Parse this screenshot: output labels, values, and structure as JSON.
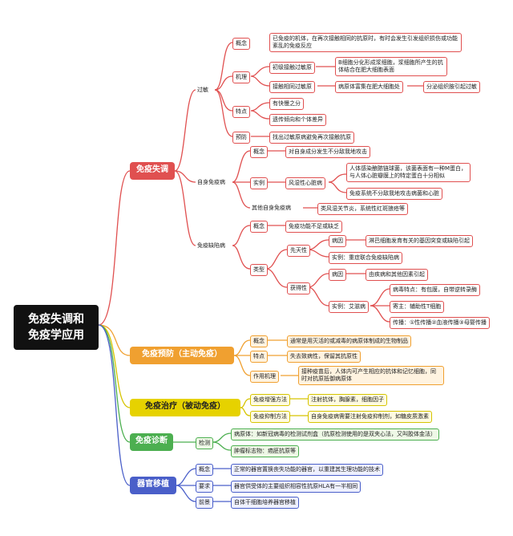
{
  "root": {
    "line1": "免疫失调和",
    "line2": "免疫学应用"
  },
  "branches": {
    "b1": "免疫失调",
    "b2": "免疫预防（主动免疫）",
    "b3": "免疫治疗（被动免疫）",
    "b4": "免疫诊断",
    "b5": "器官移植"
  },
  "immune_disorder": {
    "allergy": "过敏",
    "concept": "概念",
    "concept_text": "已免疫的机体，在再次接触相同的抗原时，有时会发生引发组织损伤或功能紊乱的免疫反应",
    "mechanism": "机理",
    "first_contact": "初级接触过敏原",
    "first_text": "B细胞分化形成浆细胞，浆细胞所产生的抗体结合在肥大细胞表面",
    "second_contact": "接触相同过敏原",
    "second_text": "病原体富集在肥大细胞处",
    "second_result": "分泌组织胺引起过敏",
    "features": "特点",
    "feature1": "有快慢之分",
    "feature2": "遗传倾向和个体差异",
    "prevention": "预防",
    "prevention_text": "找出过敏原病避免再次接触抗原",
    "autoimmune": "自身免疫病",
    "auto_concept": "概念",
    "auto_concept_text": "对自身成分发生不分敌我地攻击",
    "auto_example": "实例",
    "rheumatic": "风湿性心脏病",
    "rheum_text1": "人体感染酿脓链球菌，该菌表面有一种M蛋白，与人体心脏瓣膜上的特定蛋白十分相似",
    "rheum_text2": "免疫系统不分敌我地攻击病菌和心脏",
    "other_auto": "其他自身免疫病",
    "other_auto_text": "类风湿关节炎，系统性红斑狼疮等",
    "deficiency": "免疫缺陷病",
    "def_concept": "概念",
    "def_concept_text": "免疫功能不足或缺乏",
    "types": "类型",
    "congenital": "先天性",
    "cong_cause": "病因",
    "cong_cause_text": "淋巴细胞发育有关的基因突变或缺陷引起",
    "cong_example": "实例：重症联合免疫缺陷病",
    "acquired": "获得性",
    "acq_cause": "病因",
    "acq_cause_text": "由疾病和其他因素引起",
    "acq_example": "实例：艾滋病",
    "hiv1": "病毒特点：有包膜，自带逆转录酶",
    "hiv2": "寄主：辅助性T细胞",
    "hiv3": "传播：①性传播②血液传播③母婴传播"
  },
  "prevention": {
    "concept": "概念",
    "concept_text": "通常是用灭活的或减毒的病原体制成的生物制品",
    "features": "特点",
    "features_text": "失去致病性，保留其抗原性",
    "mechanism": "作用机理",
    "mechanism_text": "接种疫苗后，人体内可产生相应的抗体和记忆细胞，同时对抗原抵御病原体"
  },
  "therapy": {
    "enhance": "免疫增强方法",
    "enhance_text": "注射抗体，胸腺素，细胞因子",
    "suppress": "免疫抑制方法",
    "suppress_text": "自身免疫病需要注射免疫抑制剂，如糖皮质激素"
  },
  "diagnosis": {
    "detect": "检测",
    "pathogen": "病原体：如新冠病毒的检测试剂盒（抗原检测使用的是双夹心法，又叫胶体金法）",
    "marker": "肿瘤标志物：癌胚抗原等"
  },
  "transplant": {
    "concept": "概念",
    "concept_text": "正常的器官置换丧失功能的器官，以重建其生理功能的技术",
    "need": "要求",
    "need_text": "器官供受体的主要组织相容性抗原HLA有一半相同",
    "prospect": "前景",
    "prospect_text": "自体干细胞培养器官移植"
  },
  "colors": {
    "red": "#e05050",
    "orange": "#f0a030",
    "yellow": "#d6c400",
    "green": "#4caf50",
    "blue": "#4a5fc9"
  }
}
